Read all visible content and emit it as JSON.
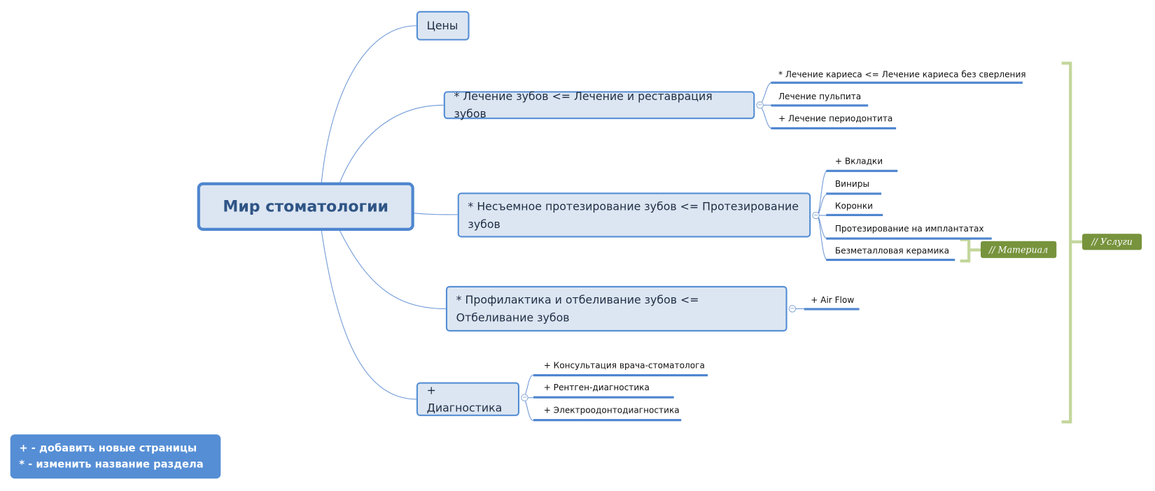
{
  "central": "Мир стоматологии",
  "topics": [
    {
      "label": "Цены",
      "children": []
    },
    {
      "label": "* Лечение зубов <= Лечение и реставрация зубов",
      "children": [
        "* Лечение кариеса <= Лечение кариеса без сверления",
        "Лечение пульпита",
        "+ Лечение периодонтита"
      ]
    },
    {
      "label": "* Несъемное протезирование зубов <= Протезирование зубов",
      "children": [
        "+ Вкладки",
        "Виниры",
        "Коронки",
        "Протезирование на имплантатах",
        "Безметалловая керамика"
      ]
    },
    {
      "label": "* Профилактика и отбеливание зубов <= Отбеливание зубов",
      "children": [
        "+ Air Flow"
      ]
    },
    {
      "label": "+ Диагностика",
      "children": [
        "+ Консультация врача-стоматолога",
        "+ Рентген-диагностика",
        "+ Электроодонтодиагностика"
      ]
    }
  ],
  "tags": {
    "material": "// Материал",
    "services": "// Услуги"
  },
  "legend": [
    "+ - добавить новые страницы",
    "* - изменить название раздела"
  ],
  "colors": {
    "node_fill": "#dce6f2",
    "node_border": "#558ed5",
    "tag": "#77933c",
    "bracket": "#c3d69b"
  }
}
